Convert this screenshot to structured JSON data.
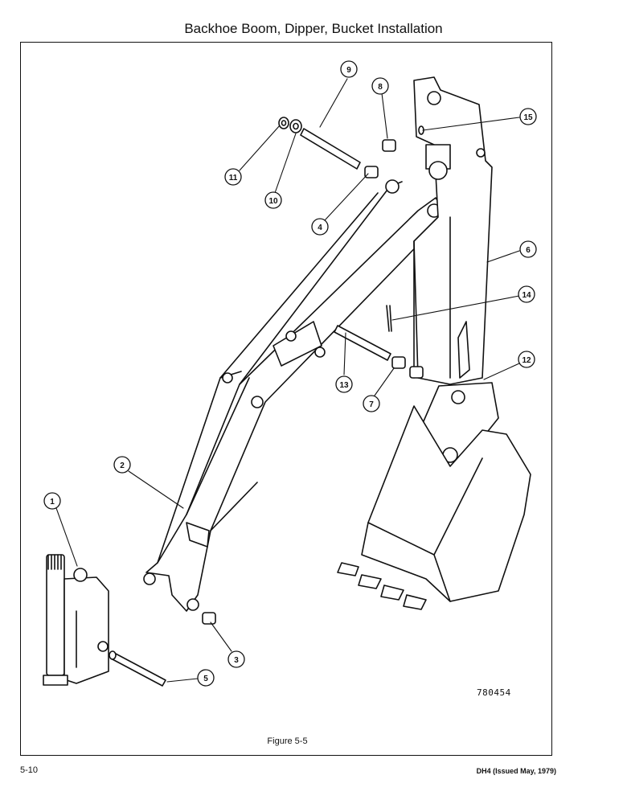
{
  "page": {
    "title": "Backhoe Boom, Dipper, Bucket Installation",
    "figure_caption": "Figure 5-5",
    "drawing_number": "780454",
    "page_number": "5-10",
    "document_ref": "DH4 (Issued May, 1979)"
  },
  "callouts": {
    "c1": "1",
    "c2": "2",
    "c3": "3",
    "c4": "4",
    "c5": "5",
    "c6": "6",
    "c7": "7",
    "c8": "8",
    "c9": "9",
    "c10": "10",
    "c11": "11",
    "c12": "12",
    "c13": "13",
    "c14": "14",
    "c15": "15"
  }
}
